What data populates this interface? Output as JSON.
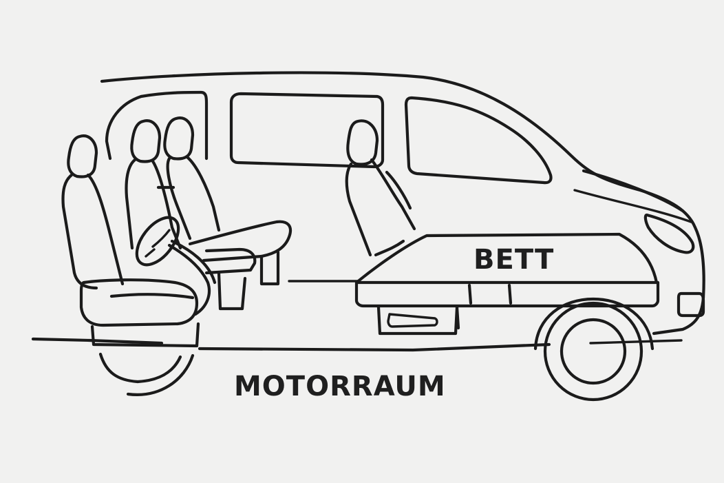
{
  "labels": {
    "bed": "BETT",
    "engine_bay": "MOTORRAUM"
  },
  "colors": {
    "background": "#f1f1f0",
    "line": "#1b1b1b",
    "text": "#1f1f1f"
  },
  "icons": [
    "van-outline",
    "driver-seat",
    "steering-wheel",
    "rear-bench-seat",
    "side-seat",
    "bed-platform",
    "front-wheel",
    "rear-wheel-arc",
    "headlight"
  ]
}
